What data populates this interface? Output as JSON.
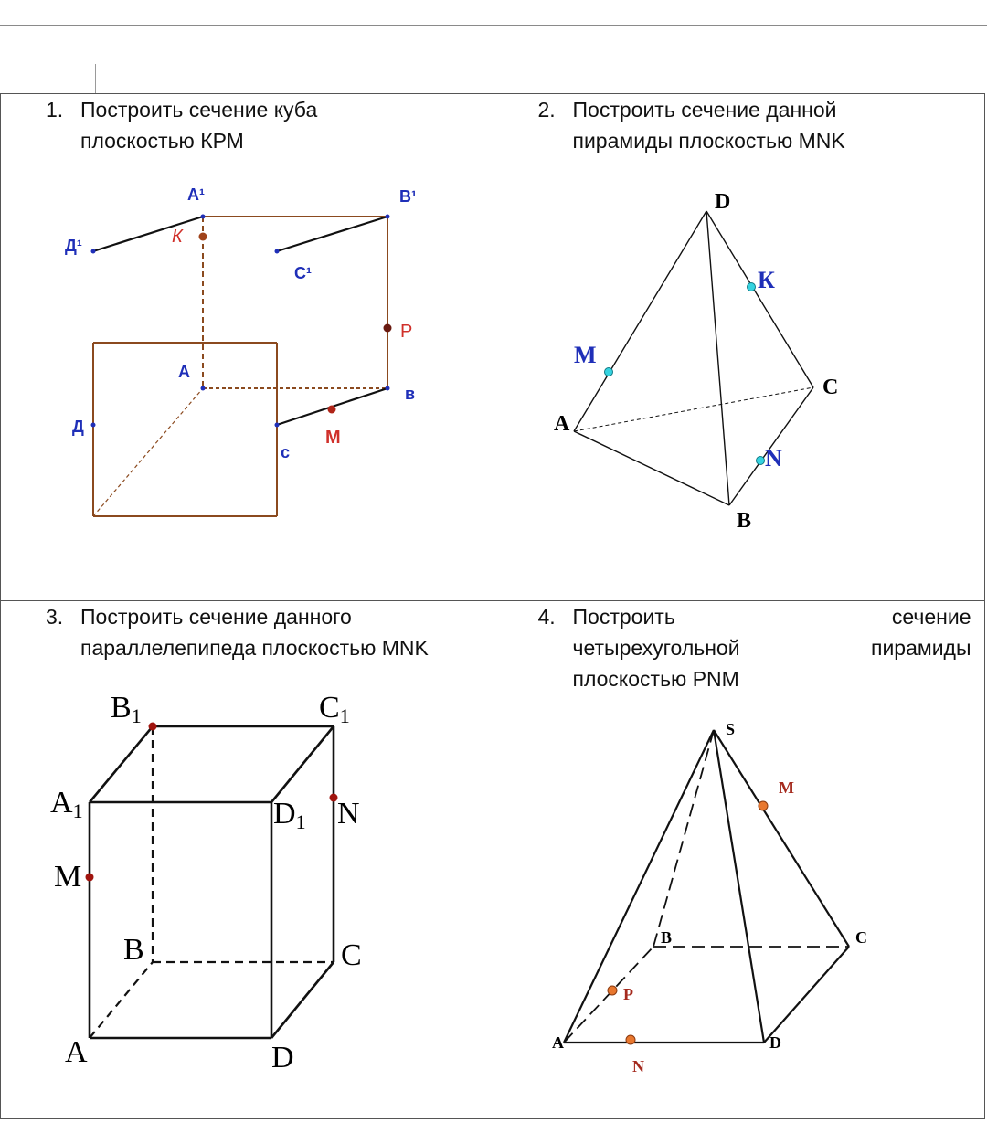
{
  "tasks": [
    {
      "number": "1.",
      "lines": [
        "Построить сечение куба",
        "плоскостью КРМ"
      ],
      "labels": {
        "A1": "А¹",
        "B1": "В¹",
        "D1": "Д¹",
        "C1": "С¹",
        "A": "А",
        "B": "в",
        "D": "Д",
        "C": "с",
        "K": "К",
        "P": "Р",
        "M": "М"
      }
    },
    {
      "number": "2.",
      "lines": [
        "Построить сечение данной",
        "пирамиды плоскостью MNK"
      ],
      "labels": {
        "D": "D",
        "K": "К",
        "M": "M",
        "C": "C",
        "A": "A",
        "N": "N",
        "B": "B"
      }
    },
    {
      "number": "3.",
      "lines": [
        "Построить сечение данного",
        "параллелепипеда плоскостью MNK"
      ],
      "labels": {
        "B1": "B",
        "B1sub": "1",
        "C1": "C",
        "C1sub": "1",
        "A1": "A",
        "A1sub": "1",
        "D1": "D",
        "D1sub": "1",
        "N": "N",
        "M": "M",
        "B": "B",
        "C": "C",
        "A": "A",
        "D": "D"
      }
    },
    {
      "number": "4.",
      "line1": [
        "Построить",
        "сечение"
      ],
      "line2": [
        "четырехугольной",
        "пирамиды"
      ],
      "line3": "плоскостью PNM",
      "labels": {
        "S": "S",
        "M": "M",
        "B": "B",
        "C": "C",
        "P": "P",
        "A": "A",
        "D": "D",
        "N": "N"
      }
    }
  ],
  "colors": {
    "cube_edge": "#8b4a1f",
    "vertex_blue": "#1f2fb8",
    "point_red": "#b02418",
    "point_cyan": "#35d3e0",
    "point_orange": "#e8772e"
  }
}
